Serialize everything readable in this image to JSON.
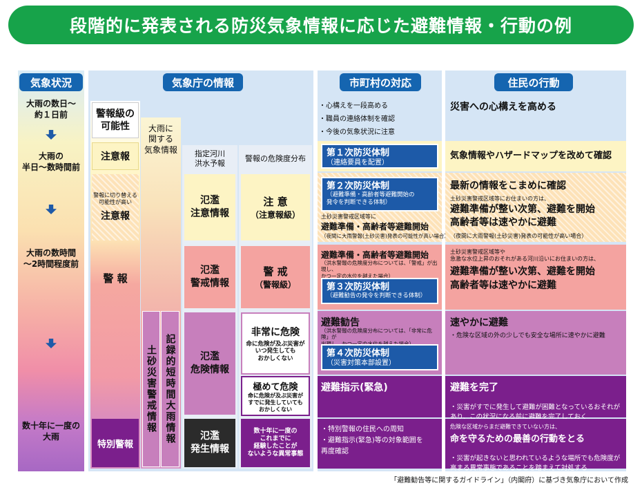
{
  "title": "段階的に発表される防災気象情報に応じた避難情報・行動の例",
  "headers": {
    "weather": "気象状況",
    "jma": "気象庁の情報",
    "municipal": "市町村の対応",
    "residents": "住民の行動"
  },
  "weather_status": {
    "s1": "大雨の数日～\n約１日前",
    "s2": "大雨の\n半日～数時間前",
    "s3": "大雨の数時間\n～2時間程度前",
    "s4": "数十年に一度の\n大雨"
  },
  "jma": {
    "sub_heavy_rain": "大雨に\n関する\n気象情報",
    "sub_river": "指定河川\n洪水予報",
    "sub_risk": "警報の危険度分布",
    "early_warning": "警報級の\n可能性",
    "advisory": "注意報",
    "switch_note": "警報に切り替える\n可能性が高い",
    "switch_advisory": "注意報",
    "warning": "警 報",
    "special_warning": "特別警報",
    "landslide": "土砂災害警戒情報",
    "record_rain": "記録的短時間大雨情報",
    "river_caution": "氾濫\n注意情報",
    "river_warning": "氾濫\n警戒情報",
    "river_danger": "氾濫\n危険情報",
    "river_occur": "氾濫\n発生情報",
    "risk_caution": "注 意",
    "risk_caution_sub": "（注意報級）",
    "risk_warning": "警 戒",
    "risk_warning_sub": "（警報級）",
    "risk_very": "非常に危険",
    "risk_very_note": "命に危険が及ぶ災害が\nいつ発生しても\nおかしくない",
    "risk_extreme": "極めて危険",
    "risk_extreme_note": "命に危険が及ぶ災害が\nすでに発生していても\nおかしくない",
    "risk_record_note": "数十年に一度の\nこれまでに\n経験したことが\nないような異常事態"
  },
  "municipal": {
    "b1": "心構えを一段高める",
    "b2": "職員の連絡体制を確認",
    "b3": "今後の気象状況に注意",
    "sys1": "第１次防災体制",
    "sys1_sub": "（連絡要員を配置）",
    "sys2": "第２次防災体制",
    "sys2_sub": "（避難準備・高齢者等避難開始の\n発令を判断できる体制）",
    "prep_note_top": "土砂災害警戒区域等に",
    "prep_label": "避難準備・高齢者等避難開始",
    "prep_note_bottom": "（夜間に大雨警報(土砂災害)発表の可能性が高い場合）",
    "prep2_label": "避難準備・高齢者等避難開始",
    "prep2_note": "（洪水警報の危険度分布については、「警戒」が出現し、\nかつ一定の水位を越えた場合）",
    "sys3": "第３次防災体制",
    "sys3_sub": "（避難勧告の発令を判断できる体制）",
    "advise": "避難勧告",
    "advise_note": "（洪水警報の危険度分布については、「非常に危険」が\n出現し、かつ一定の水位を越えた場合）",
    "sys4": "第４次防災体制",
    "sys4_sub": "（災害対策本部設置）",
    "order": "避難指示(緊急)",
    "c1": "特別警報の住民への周知",
    "c2": "避難指示(緊急)等の対象範囲を\n再度確認"
  },
  "residents": {
    "r1": "災害への心構えを高める",
    "r2": "気象情報やハザードマップを改めて確認",
    "r3": "最新の情報をこまめに確認",
    "r3_note": "土砂災害警戒区域等にお住まいの方は、",
    "r3_main": "避難準備が整い次第、避難を開始\n高齢者等は速やかに避難",
    "r3_sub": "（夜間に大雨警報(土砂災害)発表の可能性が高い場合）",
    "r4_note": "土砂災害警戒区域等や\n急激な水位上昇のおそれがある河川沿いにお住まいの方は、",
    "r4_main": "避難準備が整い次第、避難を開始\n高齢者等は速やかに避難",
    "r5": "速やかに避難",
    "r5_note": "危険な区域の外の少しでも安全な場所に速やかに避難",
    "r6": "避難を完了",
    "r6_note": "災害がすでに発生して避難が困難となっているおそれが\nあり、この状況になる前に避難を完了しておく",
    "r7_note": "危険な区域からまだ避難できていない方は、",
    "r7_main": "命を守るための最善の行動をとる",
    "r7_sub": "災害が起きないと思われているような場所でも危険度が\n高まる異常事態であることを踏まえて対処する"
  },
  "credit": "「避難勧告等に関するガイドライン」（内閣府）に基づき気象庁において作成",
  "colors": {
    "title_green": "#17a34a",
    "header_blue": "#1565b0",
    "muni_blue": "#1d5aa8",
    "purple": "#7b1f8c",
    "dark": "#2b2b2b"
  }
}
